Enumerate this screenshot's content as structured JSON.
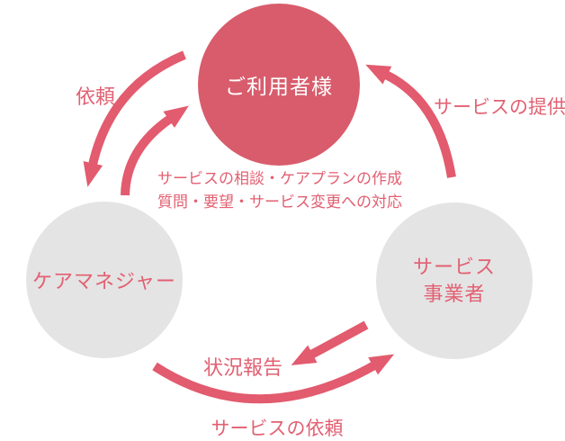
{
  "colors": {
    "primary_pink": "#d85c6c",
    "arrow_pink": "#e25b6e",
    "label_pink": "#e26072",
    "node_gray": "#e4e4e4",
    "node_label_white": "#ffffff",
    "background": "#ffffff"
  },
  "diagram": {
    "type": "cycle-relationship-diagram",
    "nodes": [
      {
        "id": "user",
        "label": "ご利用者様",
        "position": "top",
        "style": "pink-filled"
      },
      {
        "id": "care-manager",
        "label": "ケアマネジャー",
        "position": "bottom-left",
        "style": "gray"
      },
      {
        "id": "service-provider",
        "label_line1": "サービス",
        "label_line2": "事業者",
        "position": "bottom-right",
        "style": "gray"
      }
    ],
    "edges": [
      {
        "id": "request",
        "from": "user",
        "to": "care-manager",
        "label": "依頼"
      },
      {
        "id": "consult-plan",
        "from": "care-manager",
        "to": "user",
        "label_line1": "サービスの相談・ケアプランの作成",
        "label_line2": "質問・要望・サービス変更への対応"
      },
      {
        "id": "service-provision",
        "from": "service-provider",
        "to": "user",
        "label": "サービスの提供"
      },
      {
        "id": "status-report",
        "from": "service-provider",
        "to": "care-manager",
        "label": "状況報告"
      },
      {
        "id": "service-order",
        "from": "care-manager",
        "to": "service-provider",
        "label": "サービスの依頼"
      }
    ]
  }
}
